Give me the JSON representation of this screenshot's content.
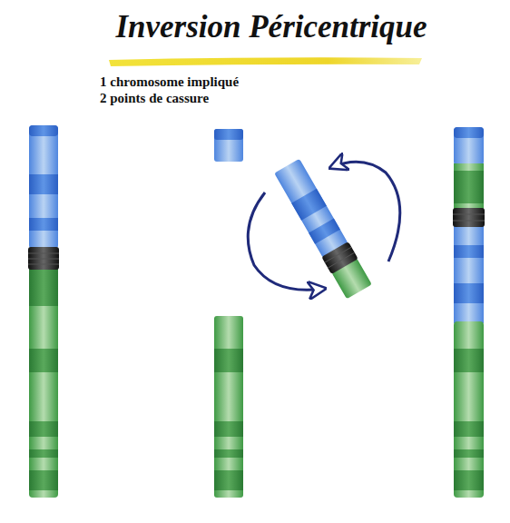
{
  "diagram": {
    "title": "Inversion Péricentrique",
    "labels": [
      "1 chromosome impliqué",
      "2 points de cassure"
    ]
  }
}
